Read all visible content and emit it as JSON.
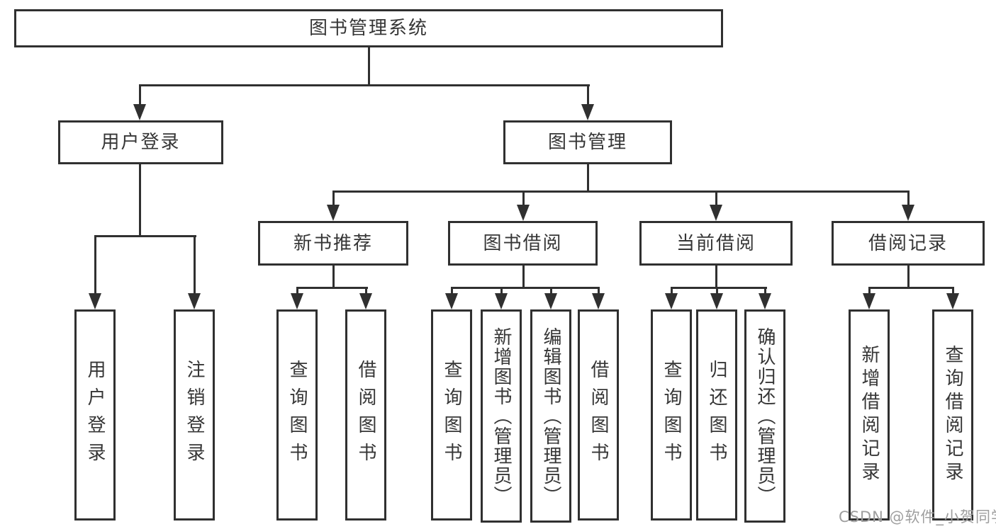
{
  "diagram": {
    "title": "图书管理系统",
    "tree": {
      "label": "图书管理系统",
      "children": [
        {
          "label": "用户登录",
          "children": [
            {
              "label": "用户登录"
            },
            {
              "label": "注销登录"
            }
          ]
        },
        {
          "label": "图书管理",
          "children": [
            {
              "label": "新书推荐",
              "children": [
                {
                  "label": "查询图书"
                },
                {
                  "label": "借阅图书"
                }
              ]
            },
            {
              "label": "图书借阅",
              "children": [
                {
                  "label": "查询图书"
                },
                {
                  "label": "新增图书（管理员）"
                },
                {
                  "label": "编辑图书（管理员）"
                },
                {
                  "label": "借阅图书"
                }
              ]
            },
            {
              "label": "当前借阅",
              "children": [
                {
                  "label": "查询图书"
                },
                {
                  "label": "归还图书"
                },
                {
                  "label": "确认归还（管理员）"
                }
              ]
            },
            {
              "label": "借阅记录",
              "children": [
                {
                  "label": "新增借阅记录"
                },
                {
                  "label": "查询借阅记录"
                }
              ]
            }
          ]
        }
      ]
    }
  },
  "watermark": {
    "text": "CSDN @软件_小贺同学"
  },
  "colors": {
    "line": "#303030",
    "text": "#363636",
    "background": "#ffffff",
    "watermark": "#9e9e9e"
  }
}
